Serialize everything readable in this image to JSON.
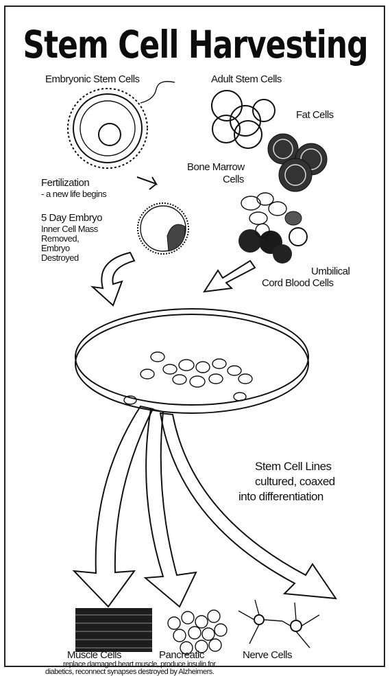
{
  "title": "Stem Cell Harvesting",
  "labels": {
    "embryonic": "Embryonic Stem Cells",
    "adult": "Adult Stem Cells",
    "fat": "Fat Cells",
    "fertilization_1": "Fertilization",
    "fertilization_2": "- a new life begins",
    "bone_marrow_1": "Bone Marrow",
    "bone_marrow_2": "Cells",
    "embryo_1": "5 Day Embryo",
    "embryo_2": "Inner Cell Mass",
    "embryo_3": "Removed,",
    "embryo_4": "Embryo",
    "embryo_5": "Destroyed",
    "umbilical_1": "Umbilical",
    "umbilical_2": "Cord Blood Cells",
    "lines_1": "Stem Cell Lines",
    "lines_2": "cultured, coaxed",
    "lines_3": "into differentiation",
    "muscle": "Muscle Cells",
    "pancreatic": "Pancreatic",
    "nerve": "Nerve Cells",
    "caption_1": "replace damaged heart muscle, produce insulin for",
    "caption_2": "diabetics, reconnect synapses destroyed by Alzheimers."
  }
}
